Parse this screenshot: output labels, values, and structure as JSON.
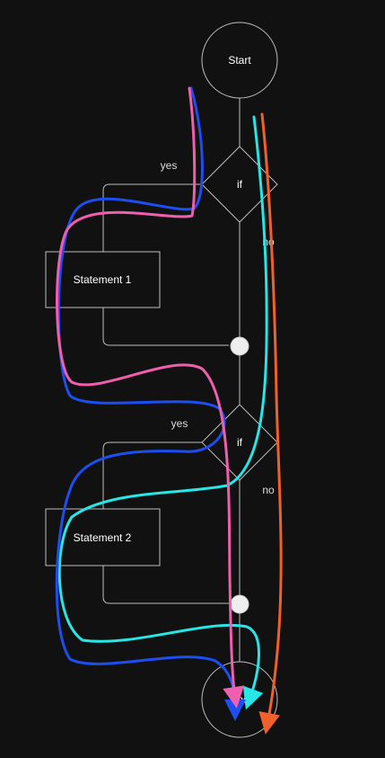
{
  "nodes": {
    "start": "Start",
    "decision_1": "if",
    "decision_2": "if",
    "statement_1": "Statement 1",
    "statement_2": "Statement 2",
    "end": "End"
  },
  "edge_labels": {
    "yes_1": "yes",
    "no_1": "no",
    "yes_2": "yes",
    "no_2": "no"
  },
  "colors": {
    "background": "#111111",
    "lines": "#bdbdbd",
    "stroke_blue": "#1d4ef0",
    "stroke_pink": "#f05fae",
    "stroke_cyan": "#27e6e6",
    "stroke_orange": "#f0602a"
  }
}
